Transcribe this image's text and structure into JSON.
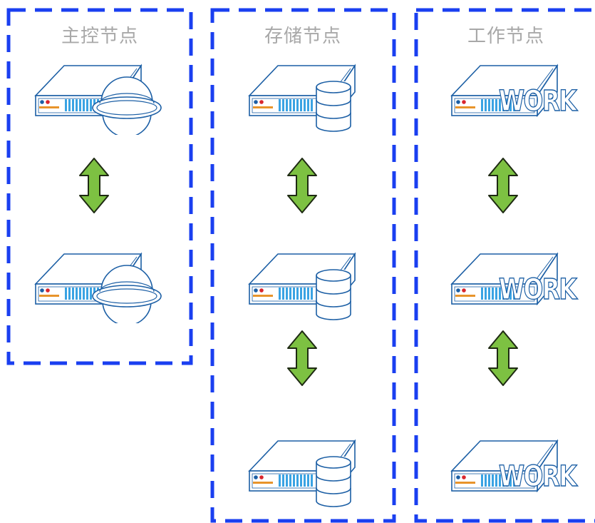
{
  "groups": {
    "master": {
      "title": "主控节点",
      "node_icon": "planet-icon"
    },
    "storage": {
      "title": "存储节点",
      "node_icon": "database-icon"
    },
    "worker": {
      "title": "工作节点",
      "node_icon": "work-badge",
      "badge_text": "WORK"
    }
  },
  "colors": {
    "border": "#1a3ff0",
    "server_line": "#1c5fa5",
    "arrow_fill": "#7dc142",
    "arrow_stroke": "#1e2a12",
    "title": "#a8a8a8"
  }
}
